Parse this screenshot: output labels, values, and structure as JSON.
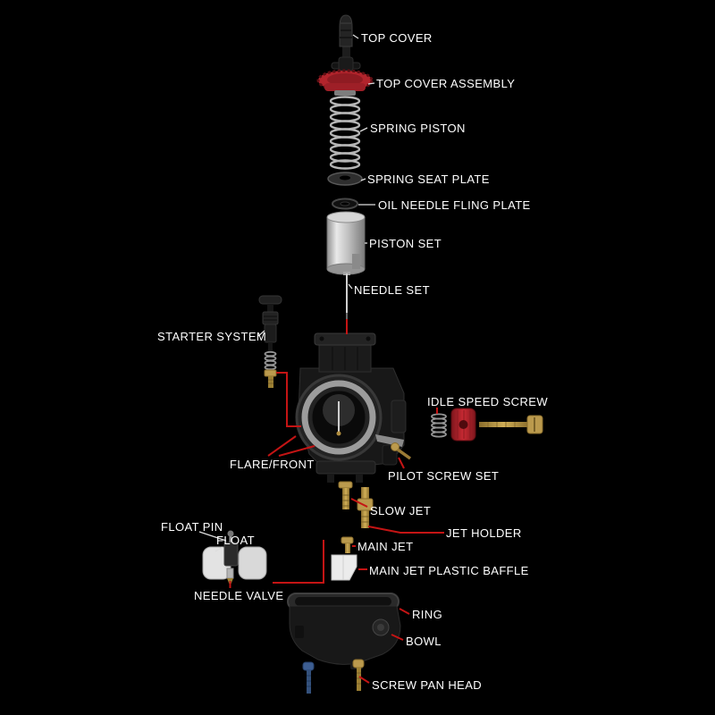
{
  "colors": {
    "background": "#000000",
    "label_text": "#ffffff",
    "leader_red": "#c41414",
    "leader_white": "#dddddd",
    "part_red": "#b3242c",
    "part_brass": "#b08d3f",
    "part_metal": "#c0c0c0"
  },
  "labels": {
    "top_cover": "TOP COVER",
    "top_cover_assembly": "TOP COVER ASSEMBLY",
    "spring_piston": "SPRING PISTON",
    "spring_seat_plate": "SPRING SEAT PLATE",
    "oil_needle_fling_plate": "OIL NEEDLE FLING PLATE",
    "piston_set": "PISTON SET",
    "needle_set": "NEEDLE SET",
    "starter_system": "STARTER SYSTEM",
    "idle_speed_screw": "IDLE SPEED SCREW",
    "flare_front": "FLARE/FRONT",
    "pilot_screw_set": "PILOT SCREW SET",
    "slow_jet": "SLOW JET",
    "jet_holder": "JET HOLDER",
    "float_pin": "FLOAT PIN",
    "float": "FLOAT",
    "main_jet": "MAIN JET",
    "main_jet_plastic_baffle": "MAIN JET PLASTIC BAFFLE",
    "needle_valve": "NEEDLE VALVE",
    "ring": "RING",
    "bowl": "BOWL",
    "screw_pan_head": "SCREW PAN HEAD"
  }
}
